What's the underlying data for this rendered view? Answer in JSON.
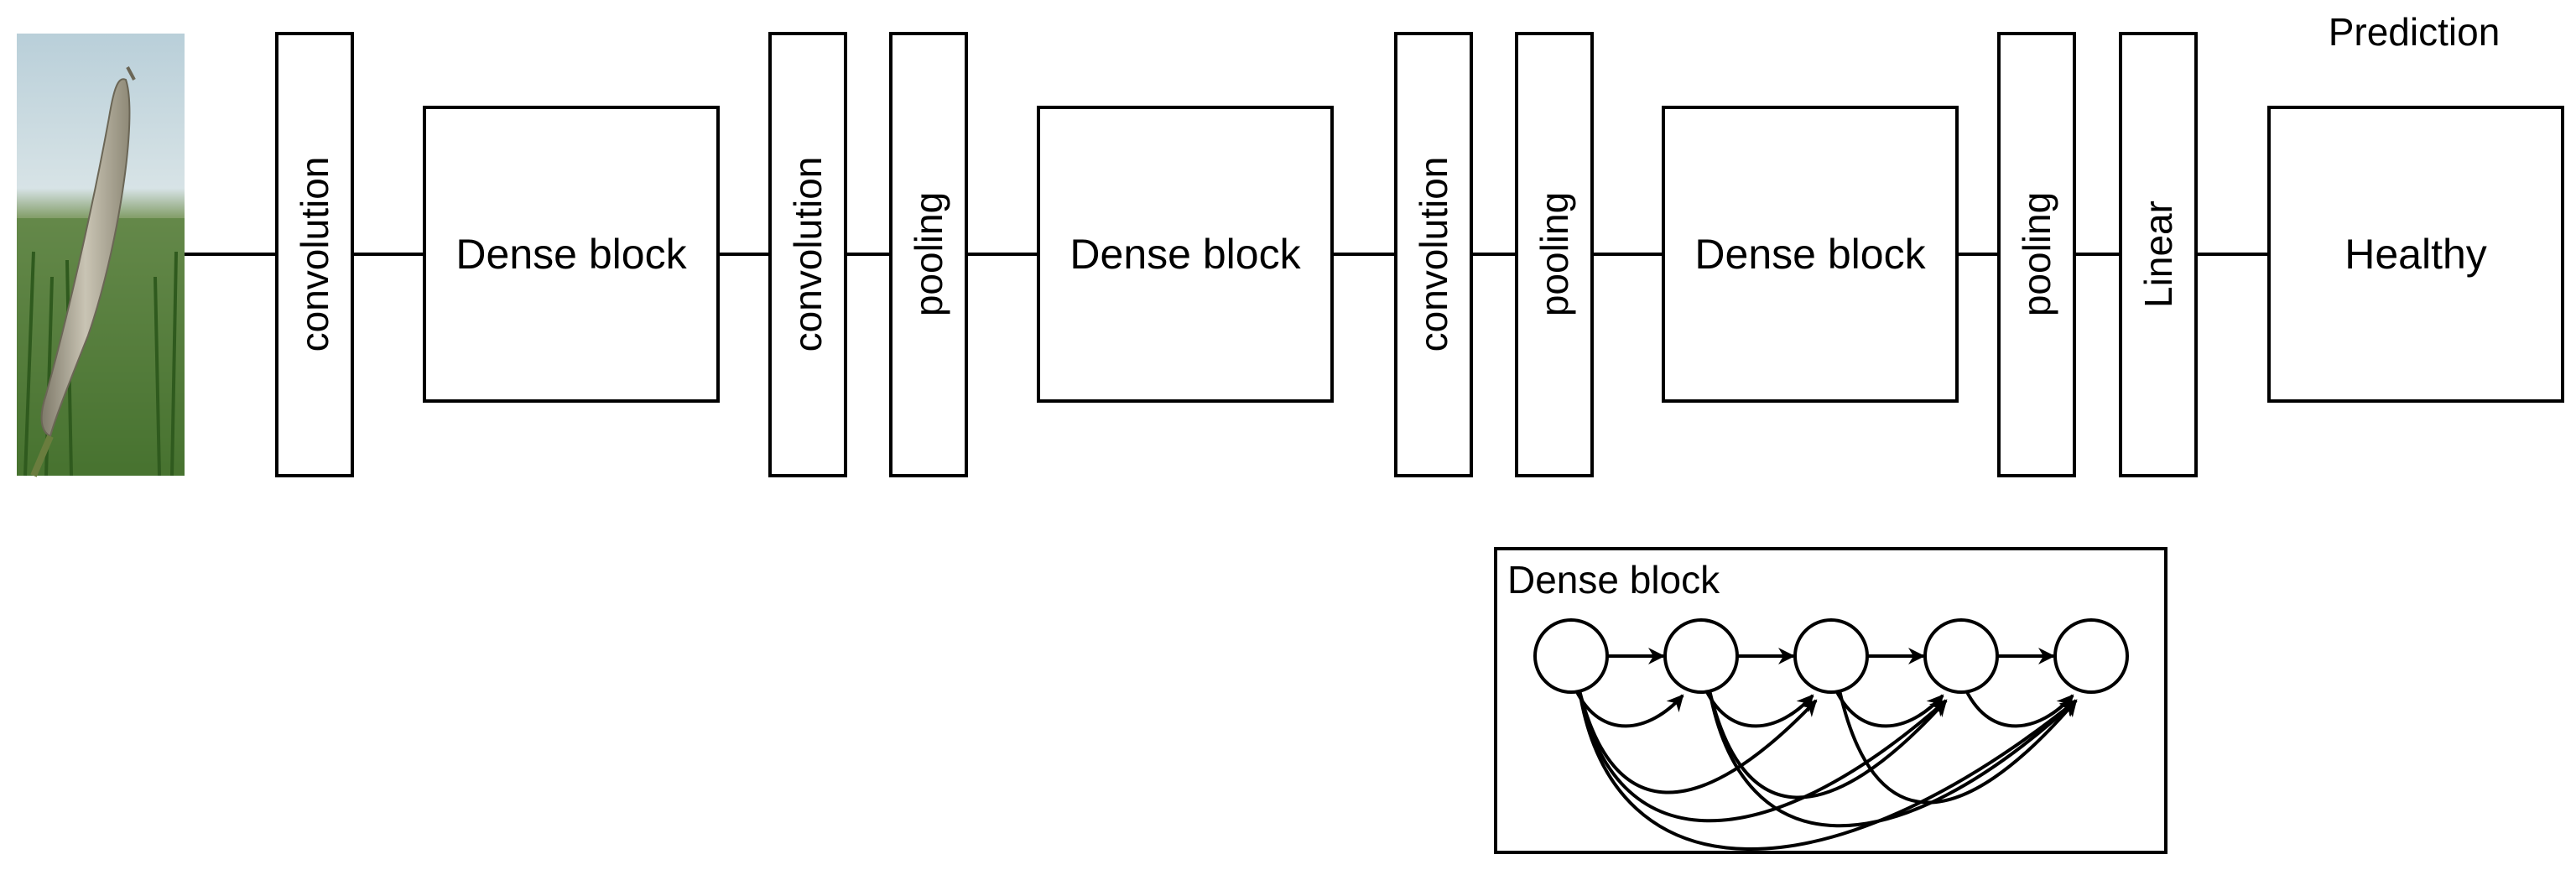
{
  "diagram": {
    "prediction_label": "Prediction",
    "layers": [
      {
        "id": "conv1",
        "label": "convolution"
      },
      {
        "id": "dense1",
        "label": "Dense block"
      },
      {
        "id": "conv2",
        "label": "convolution"
      },
      {
        "id": "pool1",
        "label": "pooling"
      },
      {
        "id": "dense2",
        "label": "Dense block"
      },
      {
        "id": "conv3",
        "label": "convolution"
      },
      {
        "id": "pool2",
        "label": "pooling"
      },
      {
        "id": "dense3",
        "label": "Dense block"
      },
      {
        "id": "pool3",
        "label": "pooling"
      },
      {
        "id": "linear",
        "label": "Linear"
      }
    ],
    "output_label": "Healthy",
    "inset": {
      "title": "Dense block",
      "node_count": 5
    }
  }
}
